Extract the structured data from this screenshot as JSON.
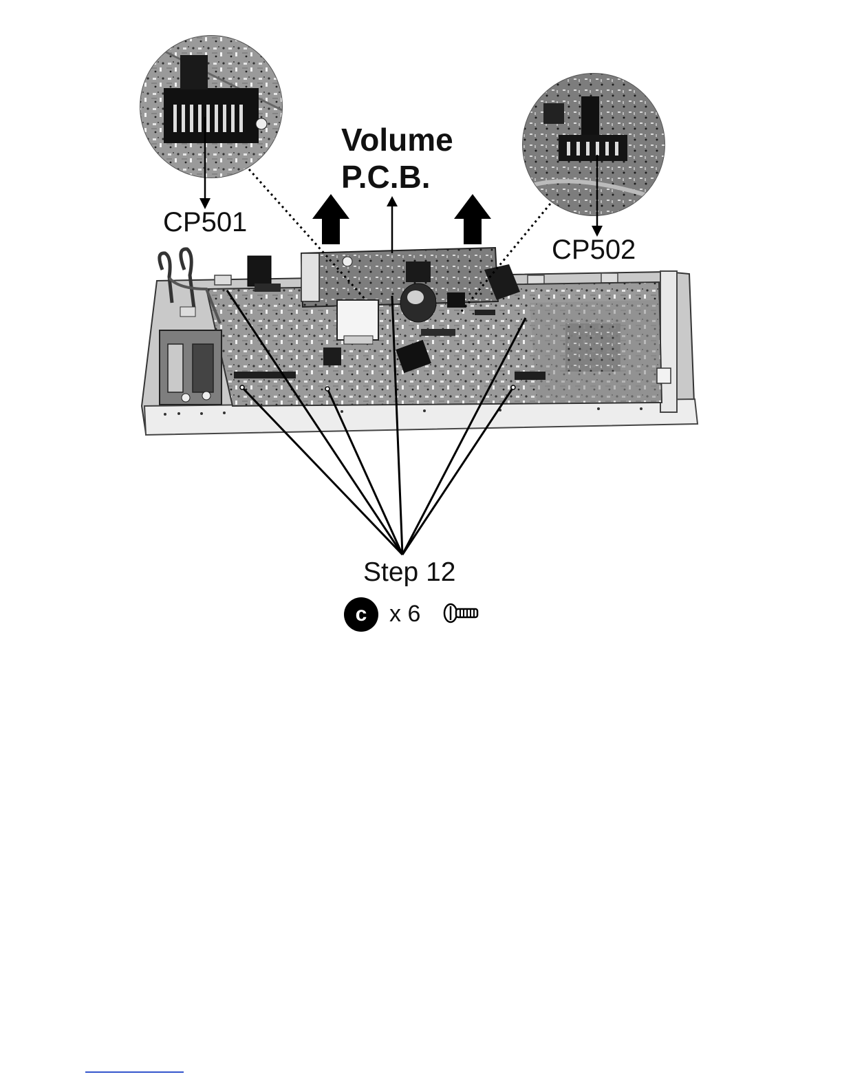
{
  "diagram": {
    "labels": {
      "volume_pcb_line1": "Volume",
      "volume_pcb_line2": "P.C.B.",
      "connector_left": "CP501",
      "connector_right": "CP502",
      "step": "Step 12",
      "screw_badge": "c",
      "screw_count": "x 6"
    },
    "icons": {
      "screw": "screw-icon",
      "lift_arrow": "up-arrow-icon"
    },
    "colors": {
      "ink": "#111111",
      "board_gray": "#8a8a8a",
      "background": "#ffffff",
      "footer_rule": "#3355cc"
    }
  }
}
